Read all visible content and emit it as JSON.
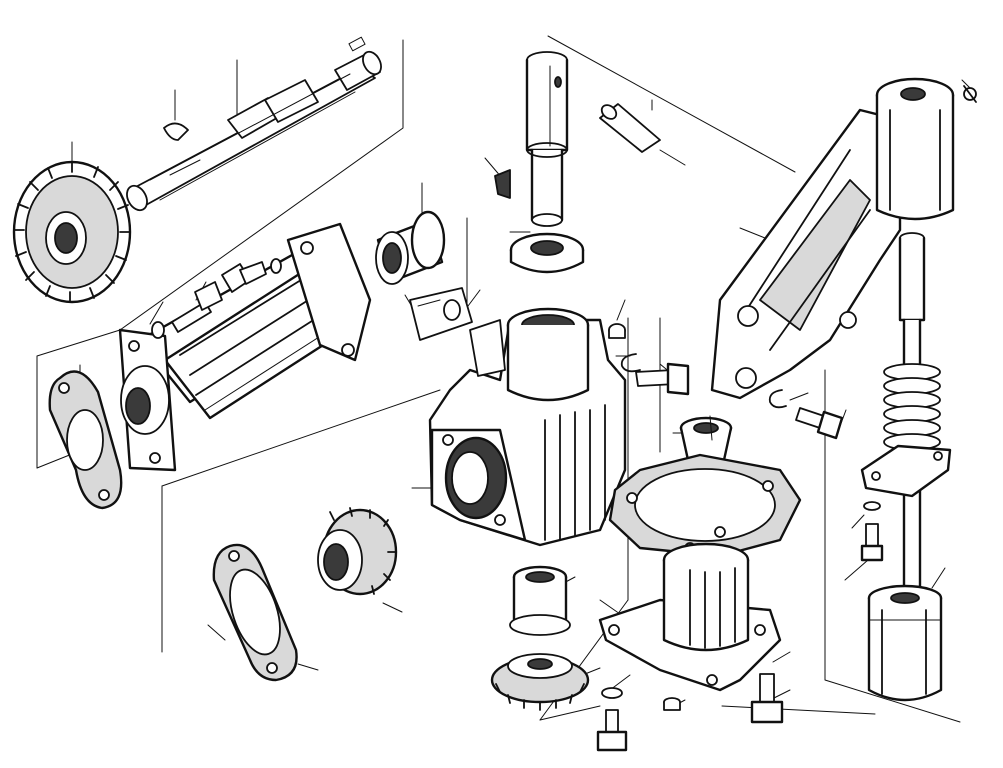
{
  "figure": {
    "kind": "exploded-assembly-drawing",
    "background": "#ffffff",
    "ink": "#111111"
  },
  "parts": [
    {
      "id": "drive-shaft",
      "icon": "shaft-icon"
    },
    {
      "id": "woodruff-key-top",
      "icon": "key-icon"
    },
    {
      "id": "spur-gear-large",
      "icon": "gear-icon"
    },
    {
      "id": "bearing-housing-tube",
      "icon": "housing-icon"
    },
    {
      "id": "flange-gasket-left",
      "icon": "gasket-icon"
    },
    {
      "id": "bolt-hex-small",
      "icon": "bolt-icon"
    },
    {
      "id": "lock-washer-small",
      "icon": "washer-icon"
    },
    {
      "id": "flanged-bushing-top",
      "icon": "bushing-icon"
    },
    {
      "id": "lock-plate",
      "icon": "plate-icon"
    },
    {
      "id": "vertical-pin",
      "icon": "pin-icon"
    },
    {
      "id": "dowel-pin",
      "icon": "pin-icon"
    },
    {
      "id": "woodruff-key-mid",
      "icon": "key-icon"
    },
    {
      "id": "sealing-ring",
      "icon": "ring-icon"
    },
    {
      "id": "gearbox-body",
      "icon": "housing-icon"
    },
    {
      "id": "drain-plug",
      "icon": "plug-icon"
    },
    {
      "id": "circlip",
      "icon": "clip-icon"
    },
    {
      "id": "bolt-hex-mid",
      "icon": "bolt-icon"
    },
    {
      "id": "split-bushing",
      "icon": "bushing-icon"
    },
    {
      "id": "cover-gasket",
      "icon": "gasket-icon"
    },
    {
      "id": "lower-flange-cover",
      "icon": "cover-icon"
    },
    {
      "id": "flanged-bushing-bottom",
      "icon": "bushing-icon"
    },
    {
      "id": "bevel-gear-bottom",
      "icon": "gear-icon"
    },
    {
      "id": "washer-bottom",
      "icon": "washer-icon"
    },
    {
      "id": "bolt-bottom-left",
      "icon": "bolt-icon"
    },
    {
      "id": "screw-bottom",
      "icon": "screw-icon"
    },
    {
      "id": "bolt-bottom-right",
      "icon": "bolt-icon"
    },
    {
      "id": "bevel-gear-small",
      "icon": "gear-icon"
    },
    {
      "id": "oval-gasket-bottom",
      "icon": "gasket-icon"
    },
    {
      "id": "support-bracket",
      "icon": "bracket-icon"
    },
    {
      "id": "bracket-bolt",
      "icon": "bolt-icon"
    },
    {
      "id": "bracket-circlip",
      "icon": "clip-icon"
    },
    {
      "id": "top-grease-nipple",
      "icon": "nipple-icon"
    },
    {
      "id": "worm-screw-shaft",
      "icon": "worm-icon"
    },
    {
      "id": "spring-washer-right",
      "icon": "washer-icon"
    },
    {
      "id": "small-bolt-right",
      "icon": "bolt-icon"
    },
    {
      "id": "bottom-sleeve",
      "icon": "sleeve-icon"
    }
  ]
}
